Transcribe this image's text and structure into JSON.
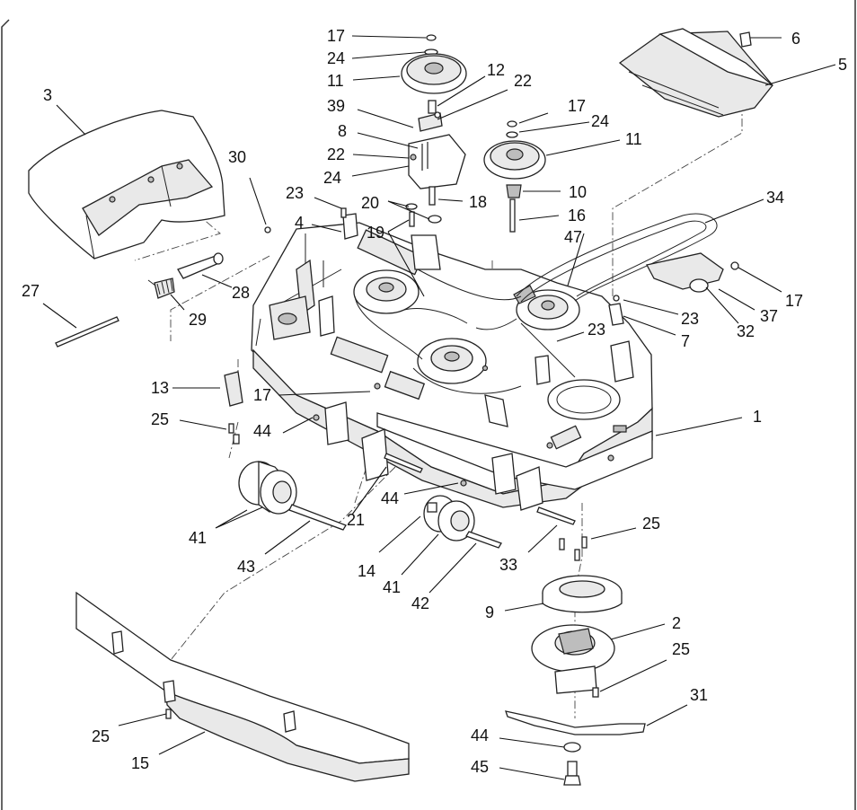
{
  "callouts": [
    {
      "n": "1"
    },
    {
      "n": "2"
    },
    {
      "n": "3"
    },
    {
      "n": "4"
    },
    {
      "n": "5"
    },
    {
      "n": "6"
    },
    {
      "n": "7"
    },
    {
      "n": "8"
    },
    {
      "n": "9"
    },
    {
      "n": "10"
    },
    {
      "n": "11"
    },
    {
      "n": "11"
    },
    {
      "n": "12"
    },
    {
      "n": "13"
    },
    {
      "n": "14"
    },
    {
      "n": "15"
    },
    {
      "n": "16"
    },
    {
      "n": "17"
    },
    {
      "n": "17"
    },
    {
      "n": "17"
    },
    {
      "n": "17"
    },
    {
      "n": "18"
    },
    {
      "n": "19"
    },
    {
      "n": "20"
    },
    {
      "n": "21"
    },
    {
      "n": "22"
    },
    {
      "n": "22"
    },
    {
      "n": "23"
    },
    {
      "n": "23"
    },
    {
      "n": "23"
    },
    {
      "n": "24"
    },
    {
      "n": "24"
    },
    {
      "n": "24"
    },
    {
      "n": "25"
    },
    {
      "n": "25"
    },
    {
      "n": "25"
    },
    {
      "n": "25"
    },
    {
      "n": "27"
    },
    {
      "n": "28"
    },
    {
      "n": "29"
    },
    {
      "n": "30"
    },
    {
      "n": "31"
    },
    {
      "n": "32"
    },
    {
      "n": "33"
    },
    {
      "n": "34"
    },
    {
      "n": "37"
    },
    {
      "n": "39"
    },
    {
      "n": "41"
    },
    {
      "n": "41"
    },
    {
      "n": "42"
    },
    {
      "n": "43"
    },
    {
      "n": "44"
    },
    {
      "n": "44"
    },
    {
      "n": "44"
    },
    {
      "n": "45"
    },
    {
      "n": "47"
    }
  ]
}
